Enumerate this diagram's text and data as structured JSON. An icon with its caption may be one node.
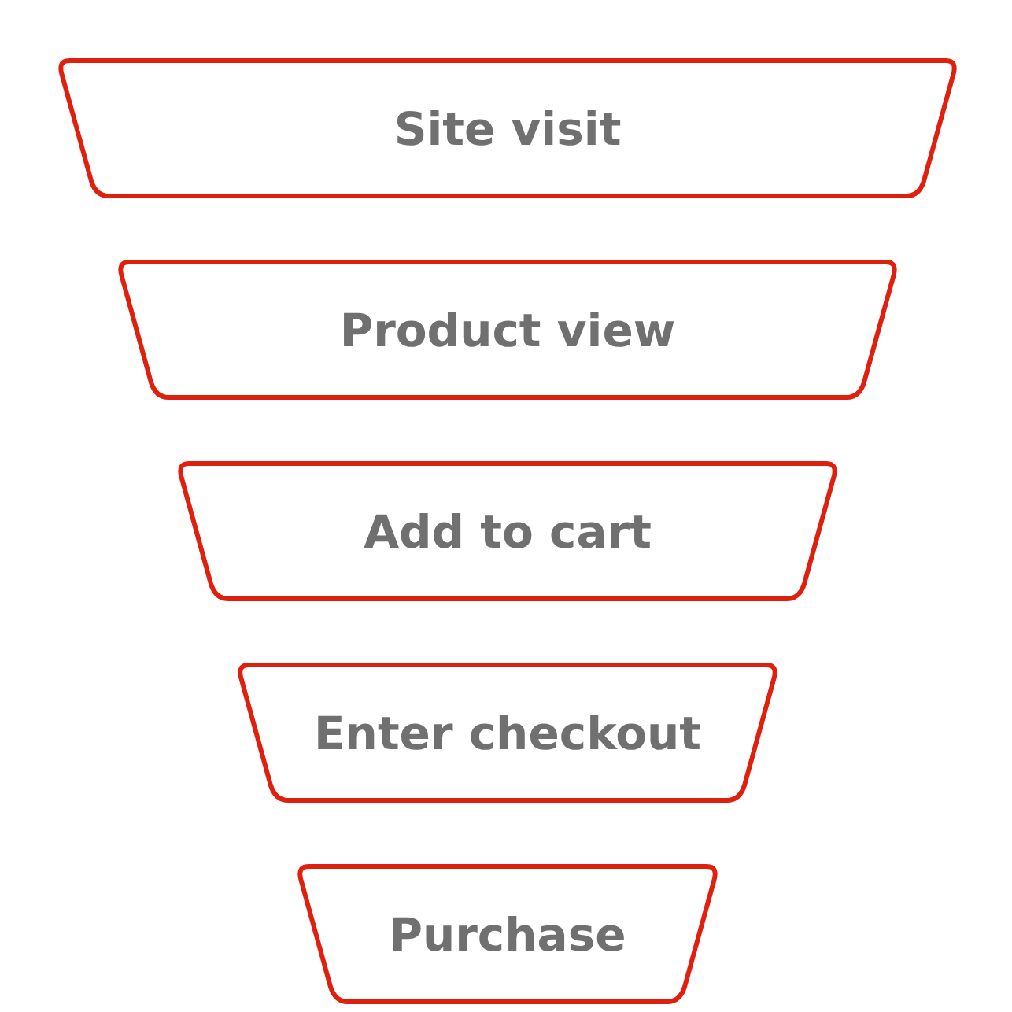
{
  "diagram": {
    "nodes": [
      {
        "text": [
          "Site visit"
        ]
      },
      {
        "text": [
          "Product view"
        ]
      },
      {
        "text": [
          "Add to cart"
        ]
      },
      {
        "text": [
          "Enter checkout"
        ]
      },
      {
        "text": [
          "Purchase"
        ]
      }
    ]
  }
}
